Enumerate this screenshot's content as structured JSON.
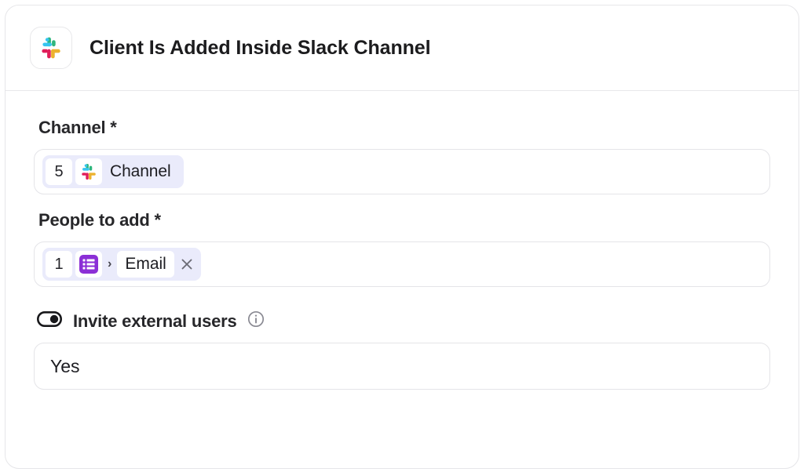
{
  "header": {
    "app_icon": "slack-icon",
    "title": "Client Is Added Inside Slack Channel"
  },
  "fields": [
    {
      "key": "channel",
      "label": "Channel *",
      "token": {
        "index": "5",
        "icon": "slack-icon",
        "text": "Channel",
        "removable": false
      }
    },
    {
      "key": "people_to_add",
      "label": "People to add *",
      "token": {
        "index": "1",
        "icon": "list-icon",
        "separator": "›",
        "text": "Email",
        "remove_label": "×",
        "removable": true
      }
    }
  ],
  "toggle_field": {
    "toggle_icon": "toggle-right-icon",
    "label": "Invite external users",
    "info_icon": "info-icon",
    "value": "Yes"
  },
  "colors": {
    "chip_background": "#eaebfb",
    "chip_cell_background": "#ffffff",
    "list_icon_purple": "#8b2fd6",
    "card_border": "#e6e6e9",
    "input_border": "#e4e4e8",
    "title_text": "#1c1c1e",
    "slack_blue": "#36c5f0",
    "slack_green": "#2eb67d",
    "slack_red": "#e01e5a",
    "slack_yellow": "#ecb22e"
  }
}
